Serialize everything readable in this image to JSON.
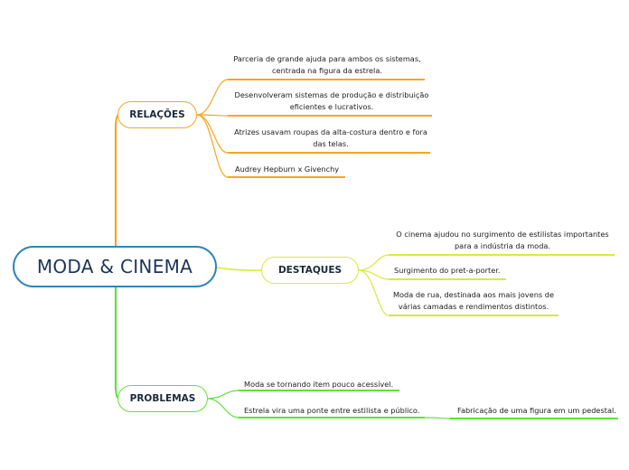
{
  "central": {
    "title": "MODA & CINEMA"
  },
  "colors": {
    "central": "#2f86b6",
    "relacoes": "#f5a623",
    "destaques": "#d8ea3a",
    "problemas": "#5ee33a"
  },
  "branches": {
    "relacoes": {
      "label": "RELAÇÕES",
      "items": [
        [
          "Parceria de grande ajuda para ambos os sistemas,",
          "centrada na figura da estrela."
        ],
        [
          "Desenvolveram sistemas de produção e distribuição",
          "eficientes e lucrativos."
        ],
        [
          "Atrizes usavam roupas da alta-costura dentro e fora",
          "das telas."
        ],
        [
          "Audrey Hepburn x Givenchy"
        ]
      ]
    },
    "destaques": {
      "label": "DESTAQUES",
      "items": [
        [
          "O cinema ajudou no surgimento de estilistas importantes",
          "para a indústria da moda."
        ],
        [
          "Surgimento do pret-a-porter."
        ],
        [
          "Moda de rua, destinada aos mais jovens de",
          "várias camadas e rendimentos distintos."
        ]
      ]
    },
    "problemas": {
      "label": "PROBLEMAS",
      "items": [
        [
          "Moda se tornando item pouco acessível."
        ],
        [
          "Estrela vira uma ponte entre estilista e público."
        ]
      ],
      "subitem": [
        "Fabricação de uma figura em um pedestal."
      ]
    }
  }
}
